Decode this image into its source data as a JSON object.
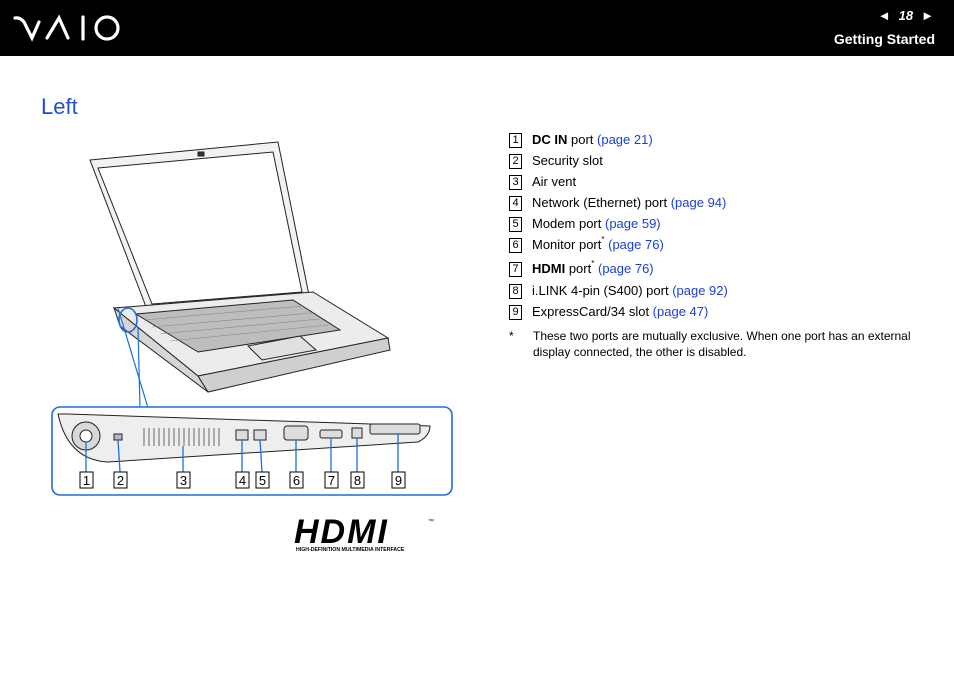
{
  "header": {
    "page_number": "18",
    "prev_arrow": "◄",
    "next_arrow": "►",
    "section": "Getting Started"
  },
  "page_title": "Left",
  "figure": {
    "callouts": [
      "1",
      "2",
      "3",
      "4",
      "5",
      "6",
      "7",
      "8",
      "9"
    ]
  },
  "items": [
    {
      "num": "1",
      "bold": "DC IN",
      "text": " port ",
      "sup": "",
      "link": "(page 21)"
    },
    {
      "num": "2",
      "bold": "",
      "text": "Security slot",
      "sup": "",
      "link": ""
    },
    {
      "num": "3",
      "bold": "",
      "text": "Air vent",
      "sup": "",
      "link": ""
    },
    {
      "num": "4",
      "bold": "",
      "text": "Network (Ethernet) port ",
      "sup": "",
      "link": "(page 94)"
    },
    {
      "num": "5",
      "bold": "",
      "text": "Modem port ",
      "sup": "",
      "link": "(page 59)"
    },
    {
      "num": "6",
      "bold": "",
      "text": "Monitor port",
      "sup": "*",
      "link": "(page 76)"
    },
    {
      "num": "7",
      "bold": "HDMI",
      "text": " port",
      "sup": "*",
      "link": "(page 76)"
    },
    {
      "num": "8",
      "bold": "",
      "text": "i.LINK 4-pin (S400) port ",
      "sup": "",
      "link": "(page 92)"
    },
    {
      "num": "9",
      "bold": "",
      "text": "ExpressCard/34 slot ",
      "sup": "",
      "link": "(page 47)"
    }
  ],
  "footnote": {
    "mark": "*",
    "text": "These two ports are mutually exclusive. When one port has an external display connected, the other is disabled."
  },
  "hdmi_logo": {
    "wordmark": "HDMI",
    "tm": "™",
    "tagline": "HIGH-DEFINITION MULTIMEDIA INTERFACE"
  }
}
